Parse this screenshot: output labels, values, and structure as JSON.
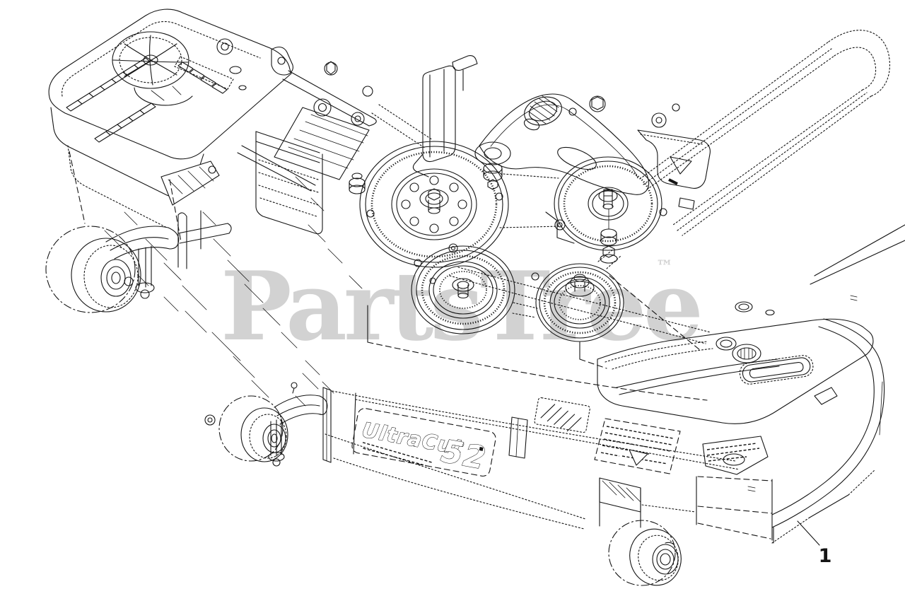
{
  "colors": {
    "background": "#ffffff",
    "line": "#141414",
    "watermark": "#d2d2d2"
  },
  "watermark": {
    "text": "PartsTree",
    "trademark": "™"
  },
  "diagram": {
    "decal": {
      "brand": "UltraCut",
      "size": "52",
      "trademark_mark": "▪"
    },
    "callouts": [
      {
        "label": "1"
      }
    ]
  }
}
